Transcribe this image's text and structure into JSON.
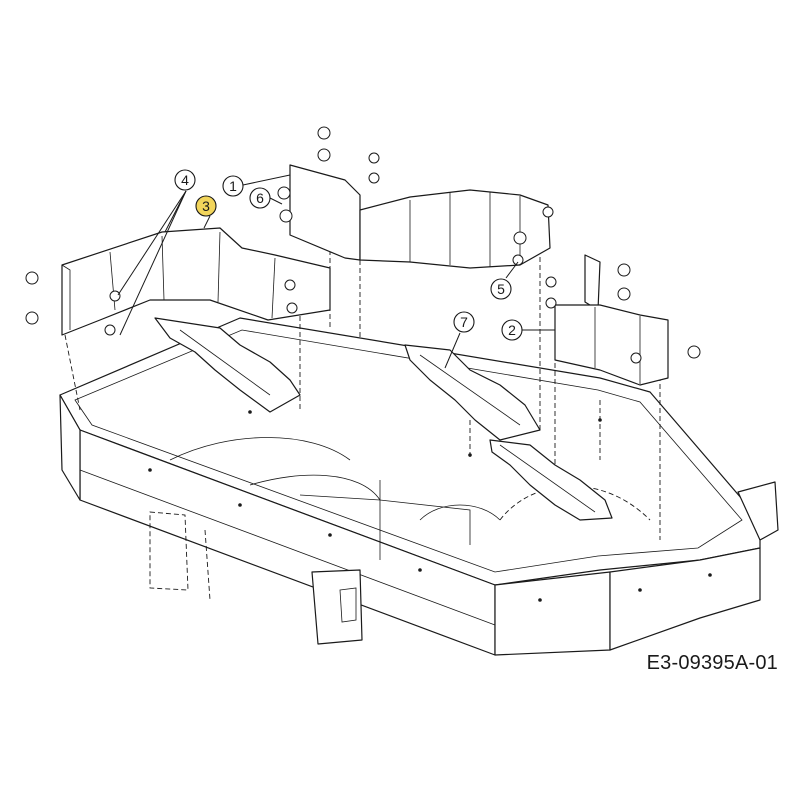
{
  "callouts": [
    {
      "id": "1",
      "label": "1"
    },
    {
      "id": "2",
      "label": "2"
    },
    {
      "id": "3",
      "label": "3",
      "highlight": "#f2d55b"
    },
    {
      "id": "4",
      "label": "4"
    },
    {
      "id": "5",
      "label": "5"
    },
    {
      "id": "6",
      "label": "6"
    },
    {
      "id": "7",
      "label": "7"
    }
  ],
  "reference_code": "E3-09395A-01",
  "colors": {
    "line": "#1a1a1a",
    "background": "#ffffff",
    "highlight": "#f2d55b"
  }
}
